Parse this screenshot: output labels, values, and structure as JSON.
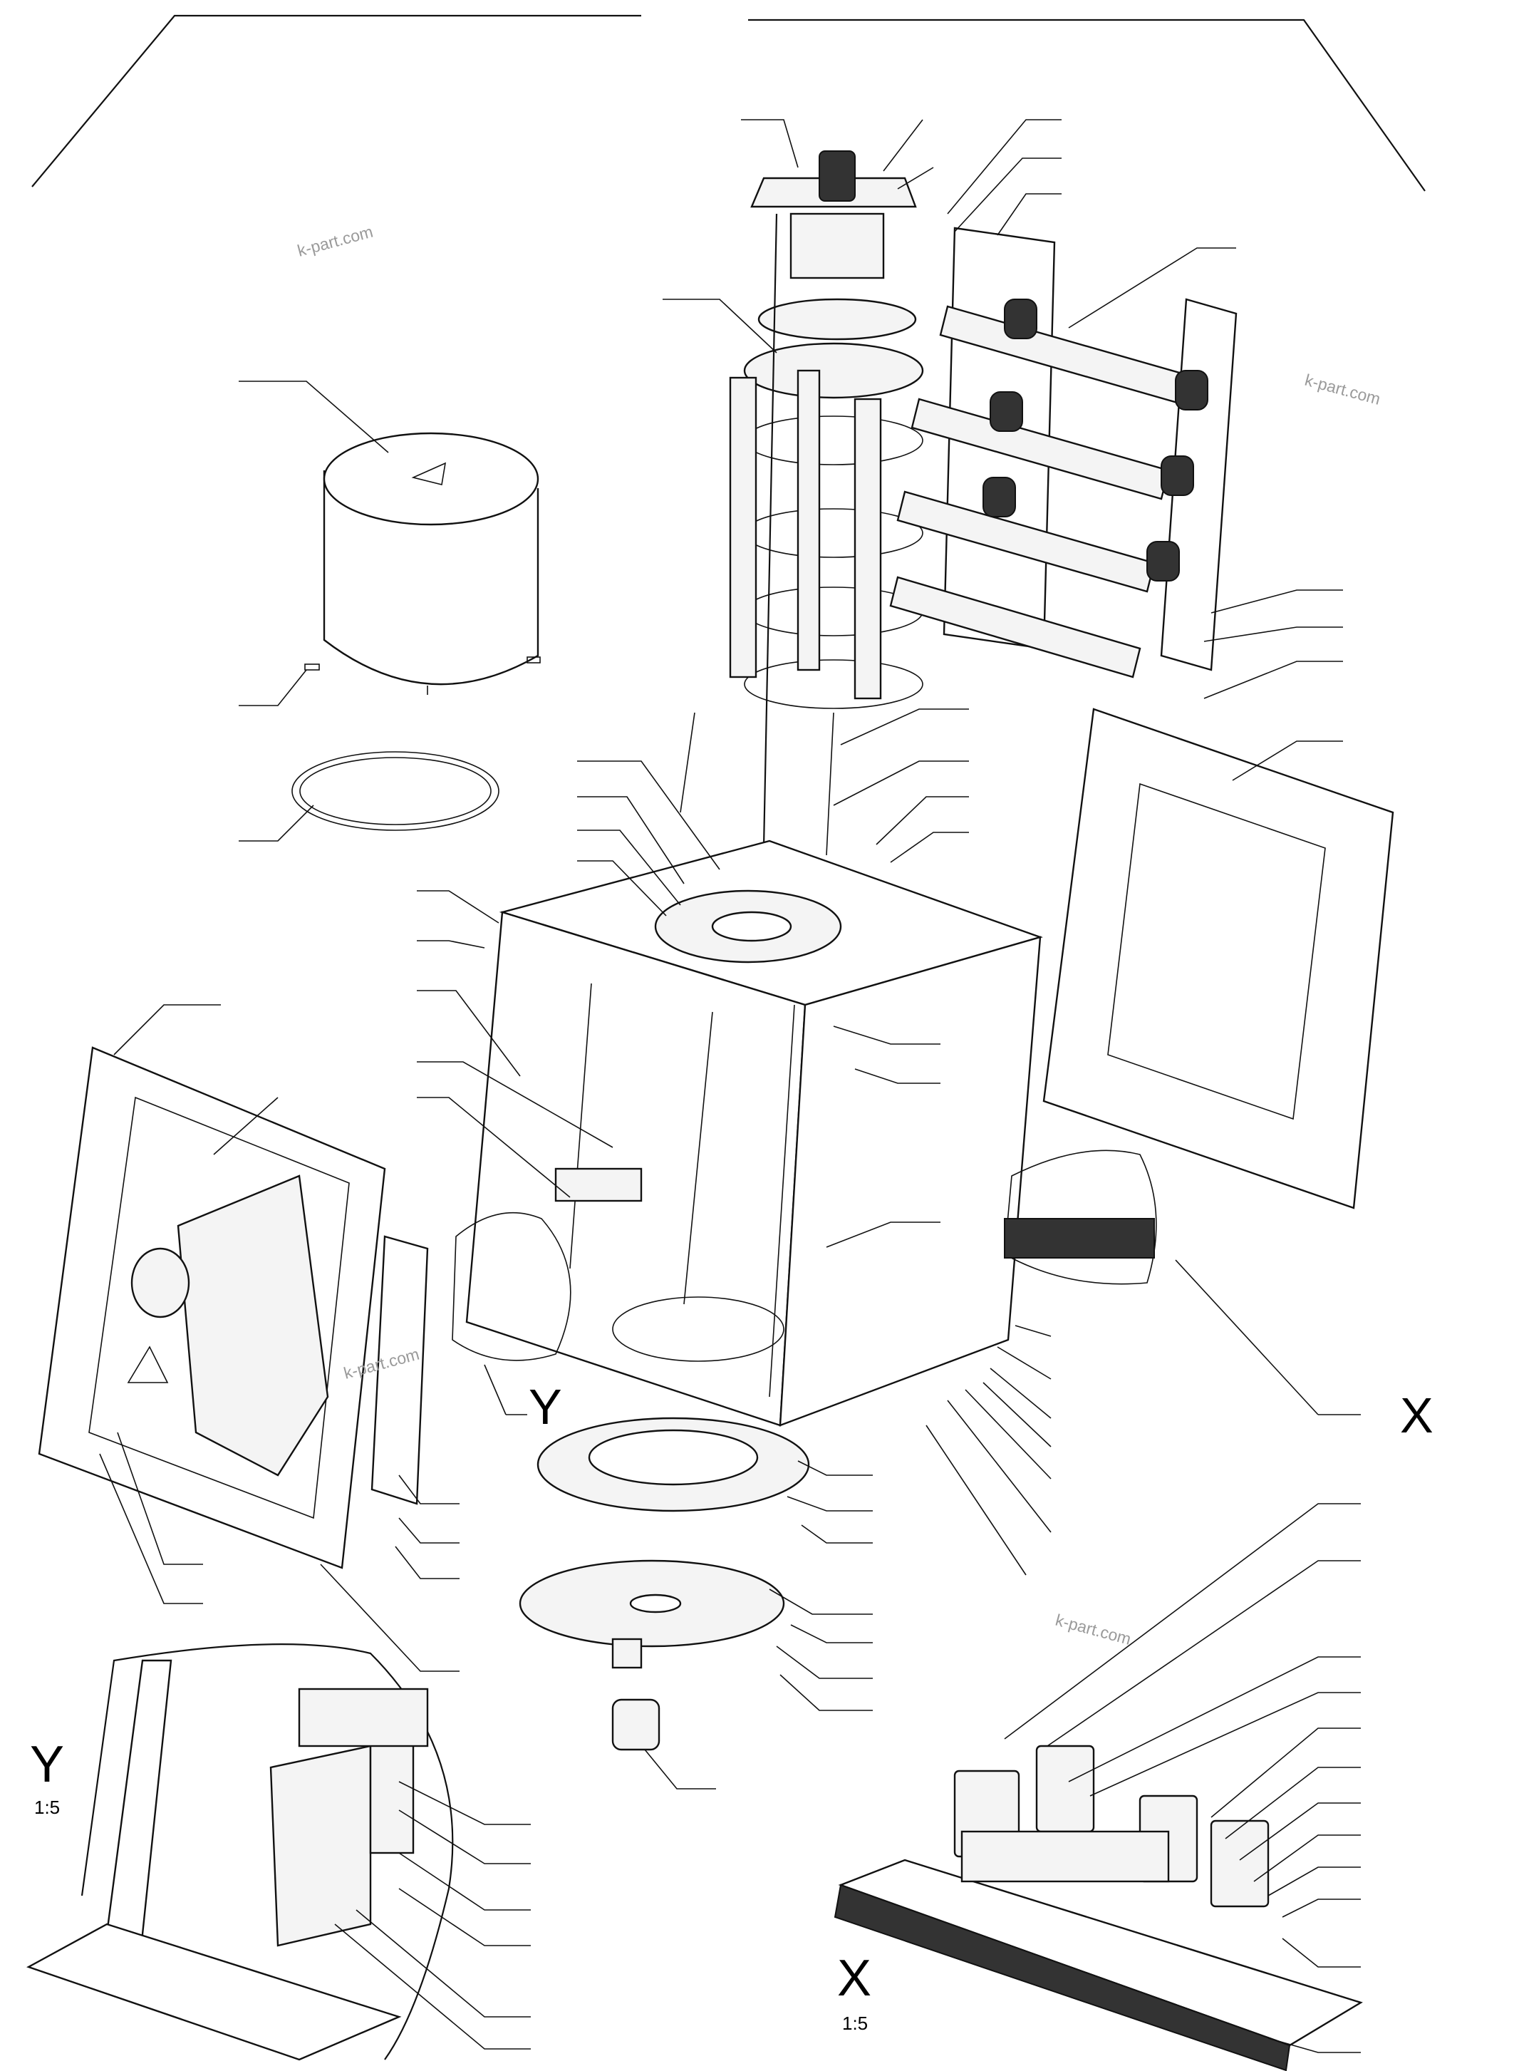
{
  "labels": {
    "detail_x": "X",
    "detail_y": "Y",
    "detail_x_view": "X",
    "detail_y_view": "Y",
    "scale_x": "1:5",
    "scale_y": "1:5"
  },
  "watermark": "k-part.com",
  "colors": {
    "line": "#111111",
    "background": "#ffffff",
    "watermark": "#9a9a9a"
  }
}
